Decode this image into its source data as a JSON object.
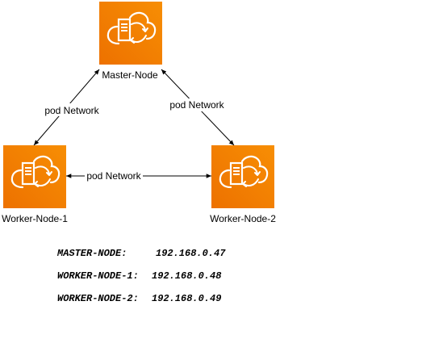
{
  "colors": {
    "node_fill": "#ED7100",
    "node_fill_top": "#F78E04",
    "icon_stroke": "#FFFFFF",
    "edge_color": "#000000",
    "text_color": "#000000"
  },
  "nodes": {
    "master": {
      "label": "Master-Node",
      "icon": "cloud-server-icon"
    },
    "worker1": {
      "label": "Worker-Node-1",
      "icon": "cloud-server-icon"
    },
    "worker2": {
      "label": "Worker-Node-2",
      "icon": "cloud-server-icon"
    }
  },
  "edges": {
    "master_worker1": {
      "label": "pod Network"
    },
    "master_worker2": {
      "label": "pod Network"
    },
    "worker1_worker2": {
      "label": "pod Network"
    }
  },
  "ip_table": [
    {
      "name": "MASTER-NODE:",
      "ip": "192.168.0.47"
    },
    {
      "name": "WORKER-NODE-1:",
      "ip": "192.168.0.48"
    },
    {
      "name": "WORKER-NODE-2:",
      "ip": "192.168.0.49"
    }
  ]
}
